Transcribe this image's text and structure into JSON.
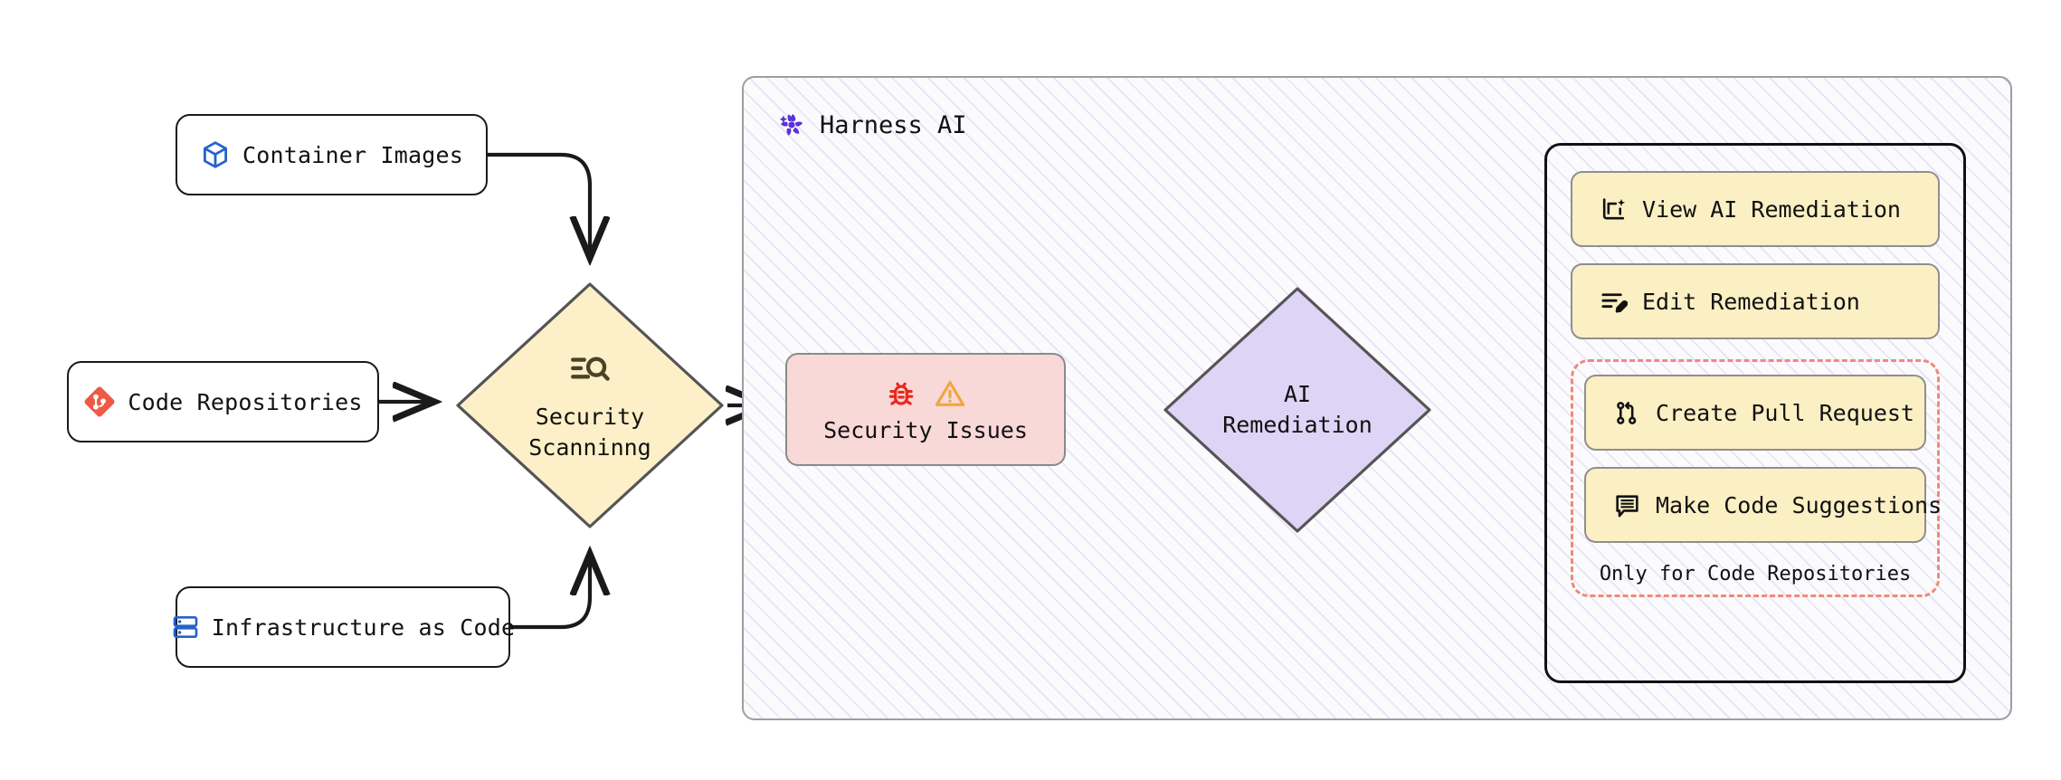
{
  "sources": [
    {
      "id": "container-images",
      "label": "Container Images",
      "icon": "cube-icon",
      "icon_color": "#2563c9"
    },
    {
      "id": "code-repositories",
      "label": "Code Repositories",
      "icon": "git-diamond-icon",
      "icon_color": "#ef5a45"
    },
    {
      "id": "infrastructure-as-code",
      "label": "Infrastructure as Code",
      "icon": "server-stack-icon",
      "icon_color": "#2563c9"
    }
  ],
  "scanning": {
    "line1": "Security",
    "line2": "Scanninng",
    "icon": "scan-search-icon",
    "fill": "#fdf0c8",
    "stroke": "#555555"
  },
  "harness": {
    "title": "Harness AI",
    "logo": "harness-pinwheel-icon",
    "logo_color": "#5b32d6",
    "border": "#9e9e9e"
  },
  "issues": {
    "label": "Security Issues",
    "bug_icon": "bug-icon",
    "bug_color": "#e8291e",
    "warn_icon": "warning-triangle-icon",
    "warn_color": "#efa83e",
    "fill": "#f9d8d8"
  },
  "remediation": {
    "line1": "AI",
    "line2": "Remediation",
    "fill": "#ded4f5",
    "stroke": "#555555"
  },
  "actions": {
    "always": [
      {
        "id": "view-ai-remediation",
        "label": "View AI Remediation",
        "icon": "sparkle-image-icon"
      },
      {
        "id": "edit-remediation",
        "label": "Edit Remediation",
        "icon": "lines-pencil-icon"
      }
    ],
    "code_only": [
      {
        "id": "create-pull-request",
        "label": "Create Pull Request",
        "icon": "pull-request-icon"
      },
      {
        "id": "make-code-suggestions",
        "label": "Make Code Suggestions",
        "icon": "comment-lines-icon"
      }
    ],
    "code_only_caption": "Only for Code Repositories",
    "button_fill": "#fbefc4",
    "dashed_color": "#f08a7a"
  }
}
